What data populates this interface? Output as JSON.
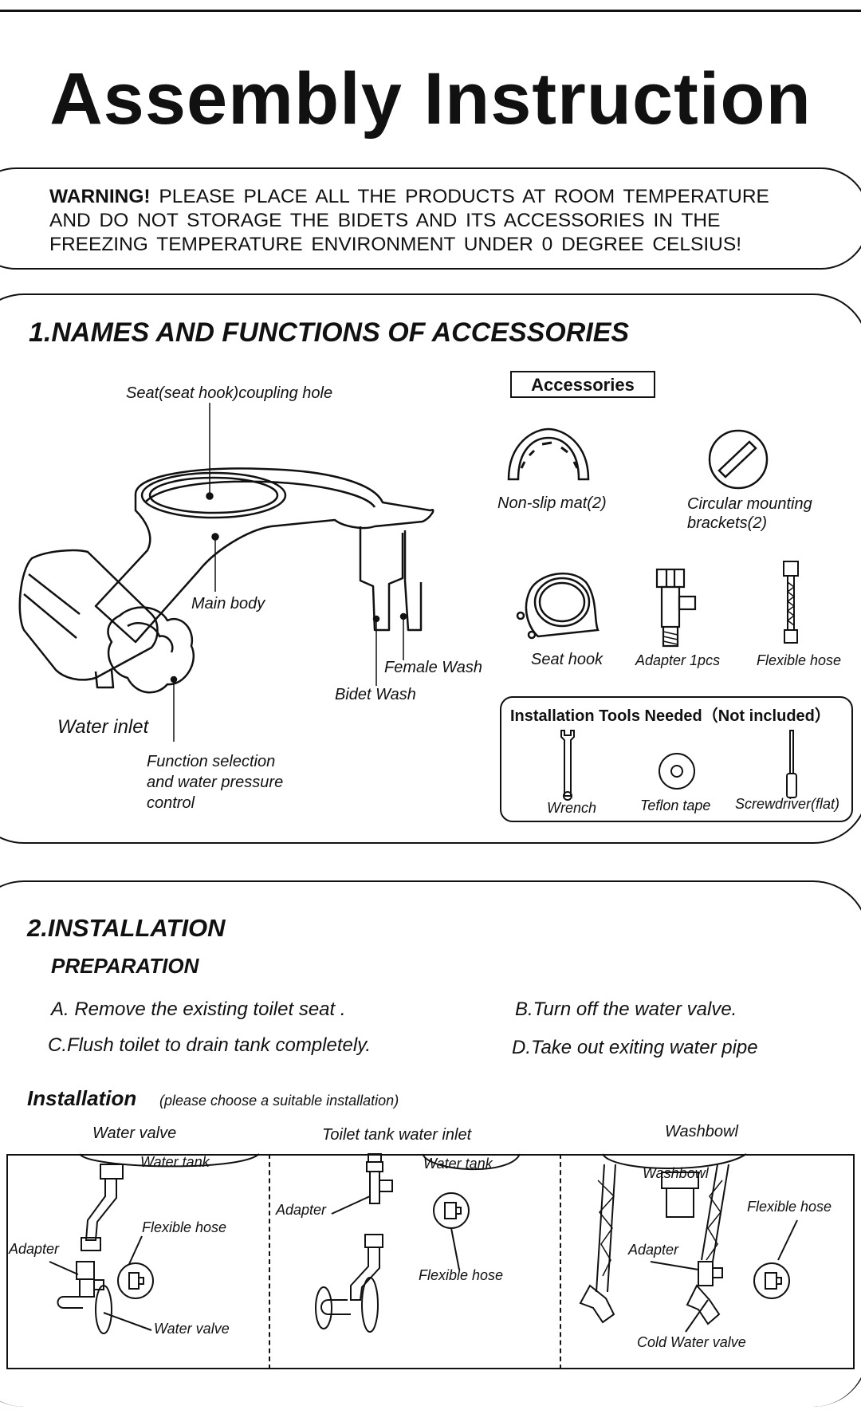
{
  "title": "Assembly Instruction",
  "warning": {
    "label": "WARNING!",
    "line1": "PLEASE PLACE  ALL THE PRODUCTS  AT ROOM TEMPERATURE",
    "line2": "AND DO NOT  STORAGE  THE BIDETS  AND ITS  ACCESSORIES IN   THE",
    "line3": "FREEZING  TEMPERATURE  ENVIRONMENT UNDER 0 DEGREE CELSIUS!"
  },
  "section1": {
    "heading": "1.NAMES AND FUNCTIONS OF ACCESSORIES",
    "labels": {
      "coupling_hole": "Seat(seat hook)coupling hole",
      "main_body": "Main body",
      "female_wash": "Female Wash",
      "bidet_wash": "Bidet Wash",
      "water_inlet": "Water inlet",
      "function_1": "Function selection",
      "function_2": "and water pressure",
      "function_3": "control"
    },
    "accessories_title": "Accessories",
    "accessories": {
      "non_slip_mat": "Non-slip mat(2)",
      "circular_1": "Circular mounting",
      "circular_2": "brackets(2)",
      "seat_hook": "Seat hook",
      "adapter": "Adapter 1pcs",
      "flexible_hose": "Flexible hose"
    },
    "tools": {
      "title": "Installation Tools Needed（Not included）",
      "wrench": "Wrench",
      "teflon": "Teflon tape",
      "screwdriver": "Screwdriver(flat)"
    }
  },
  "section2": {
    "heading": "2.INSTALLATION",
    "preparation": "PREPARATION",
    "steps": {
      "a": "A. Remove the existing toilet seat .",
      "b": "B.Turn off the water valve.",
      "c": "C.Flush toilet to drain tank completely.",
      "d": "D.Take out exiting water pipe"
    },
    "installation": "Installation",
    "installation_note": "(please choose a suitable installation)",
    "panels": {
      "p1_title": "Water valve",
      "p1_tank": "Water tank",
      "p1_hose": "Flexible hose",
      "p1_adapter": "Adapter",
      "p1_valve": "Water valve",
      "p2_title": "Toilet tank water inlet",
      "p2_tank": "Water tank",
      "p2_adapter": "Adapter",
      "p2_hose": "Flexible hose",
      "p3_title": "Washbowl",
      "p3_bowl": "Washbowl",
      "p3_hose": "Flexible hose",
      "p3_adapter": "Adapter",
      "p3_valve": "Cold  Water valve"
    }
  }
}
